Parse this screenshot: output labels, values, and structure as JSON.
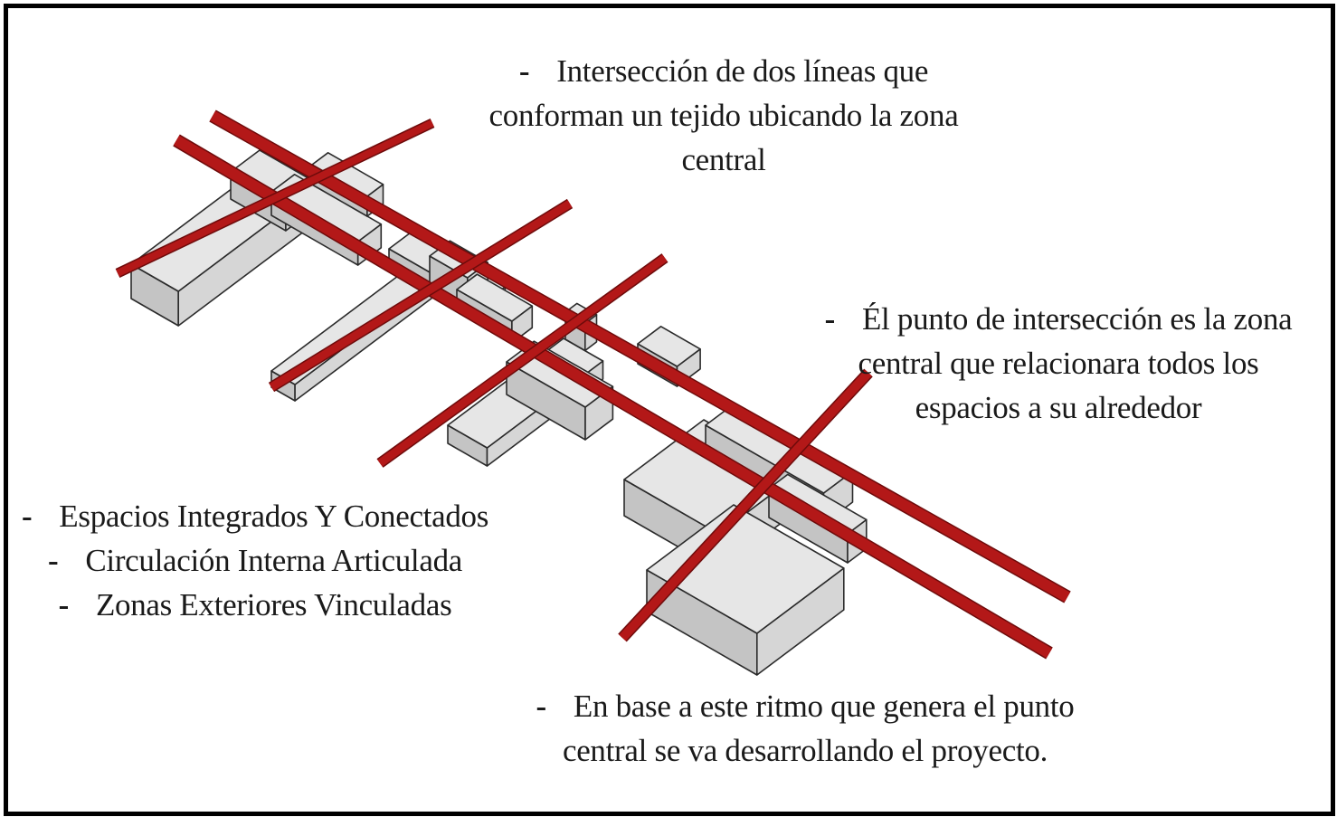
{
  "notes": {
    "top": {
      "bullet": "-",
      "lines": [
        "Intersección de dos líneas que",
        "conforman un tejido ubicando la zona",
        "central"
      ]
    },
    "right": {
      "bullet": "-",
      "lines": [
        "Él punto de intersección es la zona",
        "central que relacionara todos los",
        "espacios a su alrededor"
      ]
    },
    "left": {
      "bullet": "-",
      "items": [
        "Espacios Integrados Y Conectados",
        "Circulación Interna Articulada",
        "Zonas Exteriores Vinculadas"
      ]
    },
    "bottom": {
      "bullet": "-",
      "lines": [
        "En base a este ritmo que genera el punto",
        "central se va desarrollando el proyecto."
      ]
    }
  },
  "colors": {
    "axis_red": "#b31818",
    "axis_red_dark": "#6e0b0b",
    "building_top": "#e6e6e6",
    "building_side": "#c4c4c4",
    "building_edge": "#2b2b2b",
    "border": "#000000"
  }
}
